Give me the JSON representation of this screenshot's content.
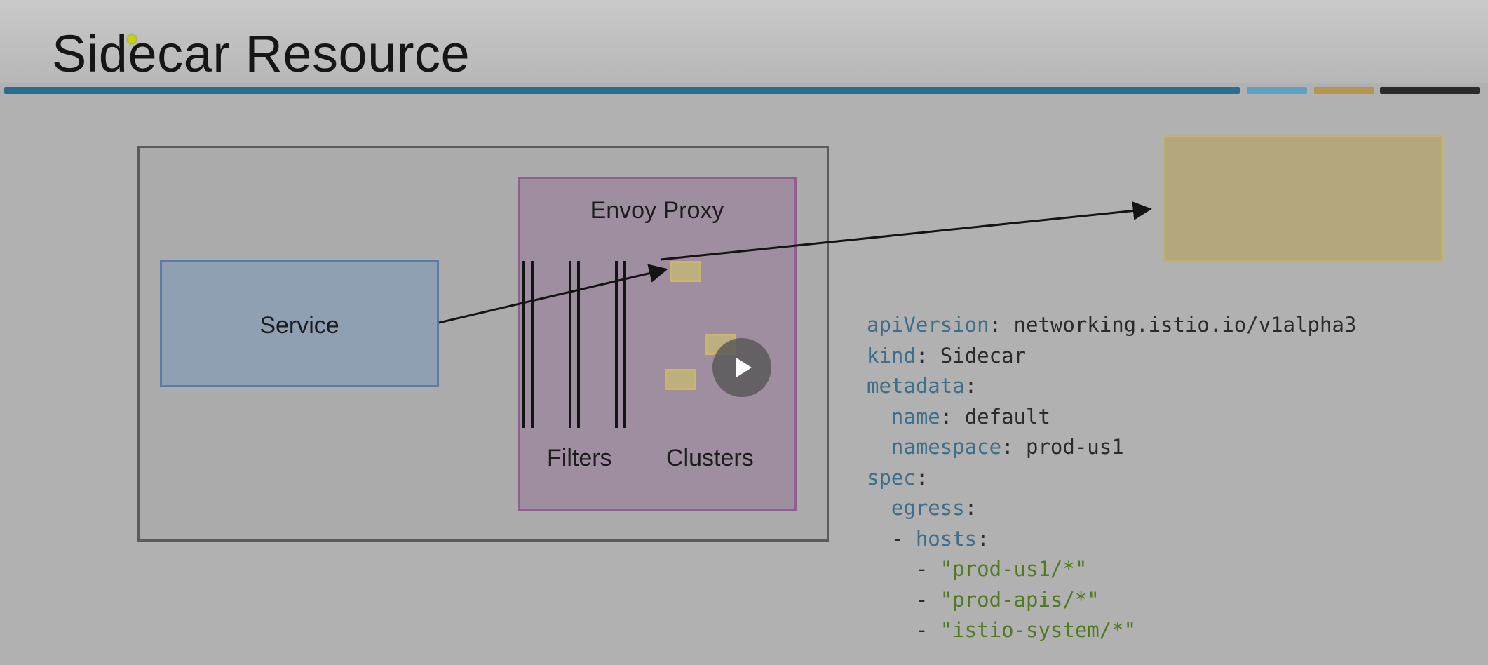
{
  "slide": {
    "title": "Sidecar Resource",
    "accent_colors": [
      "#2a6d90",
      "#5fa0c4",
      "#b49650",
      "#2b2b2b"
    ]
  },
  "diagram": {
    "service_label": "Service",
    "proxy_label": "Envoy Proxy",
    "filters_label": "Filters",
    "clusters_label": "Clusters"
  },
  "player": {
    "play_icon": "play-icon"
  },
  "code": {
    "lines": [
      {
        "indent": "",
        "key": "apiVersion",
        "sep": ": ",
        "value": "networking.istio.io/v1alpha3"
      },
      {
        "indent": "",
        "key": "kind",
        "sep": ": ",
        "value": "Sidecar"
      },
      {
        "indent": "",
        "key": "metadata",
        "sep": ":",
        "value": ""
      },
      {
        "indent": "  ",
        "key": "name",
        "sep": ": ",
        "value": "default"
      },
      {
        "indent": "  ",
        "key": "namespace",
        "sep": ": ",
        "value": "prod-us1"
      },
      {
        "indent": "",
        "key": "spec",
        "sep": ":",
        "value": ""
      },
      {
        "indent": "  ",
        "key": "egress",
        "sep": ":",
        "value": ""
      },
      {
        "indent": "  - ",
        "key": "hosts",
        "sep": ":",
        "value": ""
      },
      {
        "indent": "    - ",
        "string": "\"prod-us1/*\""
      },
      {
        "indent": "    - ",
        "string": "\"prod-apis/*\""
      },
      {
        "indent": "    - ",
        "string": "\"istio-system/*\""
      }
    ]
  }
}
